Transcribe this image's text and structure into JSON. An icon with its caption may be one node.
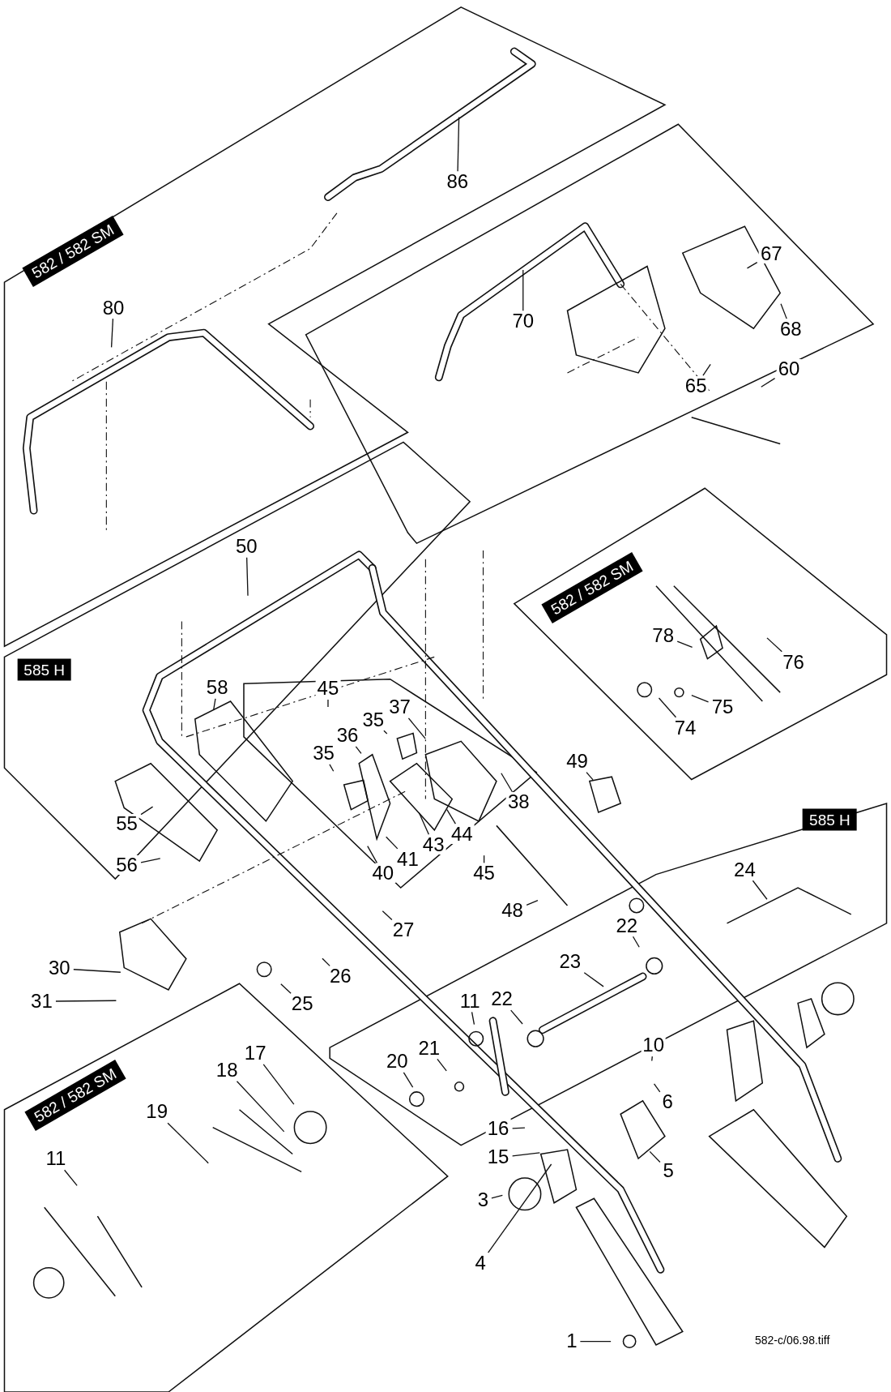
{
  "diagram": {
    "nodes": [
      {
        "text": [
          "86"
        ]
      },
      {
        "text": [
          "80"
        ]
      },
      {
        "text": [
          "70"
        ]
      },
      {
        "text": [
          "67"
        ]
      },
      {
        "text": [
          "68"
        ]
      },
      {
        "text": [
          "60"
        ]
      },
      {
        "text": [
          "65"
        ]
      },
      {
        "text": [
          "50"
        ]
      },
      {
        "text": [
          "78"
        ]
      },
      {
        "text": [
          "76"
        ]
      },
      {
        "text": [
          "45"
        ]
      },
      {
        "text": [
          "58"
        ]
      },
      {
        "text": [
          "37"
        ]
      },
      {
        "text": [
          "35"
        ]
      },
      {
        "text": [
          "36"
        ]
      },
      {
        "text": [
          "75"
        ]
      },
      {
        "text": [
          "74"
        ]
      },
      {
        "text": [
          "35"
        ]
      },
      {
        "text": [
          "49"
        ]
      },
      {
        "text": [
          "38"
        ]
      },
      {
        "text": [
          "55"
        ]
      },
      {
        "text": [
          "44"
        ]
      },
      {
        "text": [
          "43"
        ]
      },
      {
        "text": [
          "41"
        ]
      },
      {
        "text": [
          "56"
        ]
      },
      {
        "text": [
          "24"
        ]
      },
      {
        "text": [
          "40"
        ]
      },
      {
        "text": [
          "45"
        ]
      },
      {
        "text": [
          "48"
        ]
      },
      {
        "text": [
          "22"
        ]
      },
      {
        "text": [
          "27"
        ]
      },
      {
        "text": [
          "23"
        ]
      },
      {
        "text": [
          "30"
        ]
      },
      {
        "text": [
          "26"
        ]
      },
      {
        "text": [
          "25"
        ]
      },
      {
        "text": [
          "22"
        ]
      },
      {
        "text": [
          "11"
        ]
      },
      {
        "text": [
          "31"
        ]
      },
      {
        "text": [
          "10"
        ]
      },
      {
        "text": [
          "21"
        ]
      },
      {
        "text": [
          "17"
        ]
      },
      {
        "text": [
          "20"
        ]
      },
      {
        "text": [
          "18"
        ]
      },
      {
        "text": [
          "6"
        ]
      },
      {
        "text": [
          "19"
        ]
      },
      {
        "text": [
          "16"
        ]
      },
      {
        "text": [
          "15"
        ]
      },
      {
        "text": [
          "11"
        ]
      },
      {
        "text": [
          "5"
        ]
      },
      {
        "text": [
          "3"
        ]
      },
      {
        "text": [
          "4"
        ]
      },
      {
        "text": [
          "1"
        ]
      },
      {
        "text": [
          "582 / 582 SM"
        ]
      },
      {
        "text": [
          "585 H"
        ]
      },
      {
        "text": [
          "582 / 582 SM"
        ]
      },
      {
        "text": [
          "585 H"
        ]
      },
      {
        "text": [
          "582 / 582 SM"
        ]
      }
    ],
    "edges": [
      {
        "from": 0,
        "to": null,
        "arrow": "none"
      },
      {
        "from": 1,
        "to": null,
        "arrow": "none"
      },
      {
        "from": 2,
        "to": null,
        "arrow": "none"
      },
      {
        "from": 3,
        "to": null,
        "arrow": "none"
      },
      {
        "from": 4,
        "to": null,
        "arrow": "none"
      },
      {
        "from": 5,
        "to": null,
        "arrow": "none"
      },
      {
        "from": 6,
        "to": null,
        "arrow": "none"
      },
      {
        "from": 7,
        "to": null,
        "arrow": "none"
      },
      {
        "from": 8,
        "to": null,
        "arrow": "none"
      },
      {
        "from": 9,
        "to": null,
        "arrow": "none"
      },
      {
        "from": 10,
        "to": null,
        "arrow": "none"
      },
      {
        "from": 11,
        "to": null,
        "arrow": "none"
      },
      {
        "from": 12,
        "to": null,
        "arrow": "none"
      },
      {
        "from": 13,
        "to": null,
        "arrow": "none"
      },
      {
        "from": 14,
        "to": null,
        "arrow": "none"
      },
      {
        "from": 15,
        "to": null,
        "arrow": "none"
      },
      {
        "from": 16,
        "to": null,
        "arrow": "none"
      },
      {
        "from": 17,
        "to": null,
        "arrow": "none"
      },
      {
        "from": 18,
        "to": null,
        "arrow": "none"
      },
      {
        "from": 19,
        "to": null,
        "arrow": "none"
      },
      {
        "from": 20,
        "to": null,
        "arrow": "none"
      },
      {
        "from": 21,
        "to": null,
        "arrow": "none"
      },
      {
        "from": 22,
        "to": null,
        "arrow": "none"
      },
      {
        "from": 23,
        "to": null,
        "arrow": "none"
      },
      {
        "from": 24,
        "to": null,
        "arrow": "none"
      },
      {
        "from": 25,
        "to": null,
        "arrow": "none"
      },
      {
        "from": 26,
        "to": null,
        "arrow": "none"
      },
      {
        "from": 27,
        "to": null,
        "arrow": "none"
      },
      {
        "from": 28,
        "to": null,
        "arrow": "none"
      },
      {
        "from": 29,
        "to": null,
        "arrow": "none"
      },
      {
        "from": 30,
        "to": null,
        "arrow": "none"
      },
      {
        "from": 31,
        "to": null,
        "arrow": "none"
      },
      {
        "from": 32,
        "to": null,
        "arrow": "none"
      },
      {
        "from": 33,
        "to": null,
        "arrow": "none"
      },
      {
        "from": 34,
        "to": null,
        "arrow": "none"
      },
      {
        "from": 35,
        "to": null,
        "arrow": "none"
      },
      {
        "from": 36,
        "to": null,
        "arrow": "none"
      },
      {
        "from": 37,
        "to": null,
        "arrow": "none"
      },
      {
        "from": 38,
        "to": null,
        "arrow": "none"
      },
      {
        "from": 39,
        "to": null,
        "arrow": "none"
      },
      {
        "from": 40,
        "to": null,
        "arrow": "none"
      },
      {
        "from": 41,
        "to": null,
        "arrow": "none"
      },
      {
        "from": 42,
        "to": null,
        "arrow": "none"
      },
      {
        "from": 43,
        "to": null,
        "arrow": "none"
      },
      {
        "from": 44,
        "to": null,
        "arrow": "none"
      },
      {
        "from": 45,
        "to": null,
        "arrow": "none"
      },
      {
        "from": 46,
        "to": null,
        "arrow": "none"
      },
      {
        "from": 47,
        "to": null,
        "arrow": "none"
      },
      {
        "from": 48,
        "to": null,
        "arrow": "none"
      },
      {
        "from": 49,
        "to": null,
        "arrow": "none"
      },
      {
        "from": 50,
        "to": null,
        "arrow": "none"
      },
      {
        "from": 51,
        "to": null,
        "arrow": "none"
      }
    ],
    "labels": [
      "582-c/06.98.tiff"
    ]
  }
}
